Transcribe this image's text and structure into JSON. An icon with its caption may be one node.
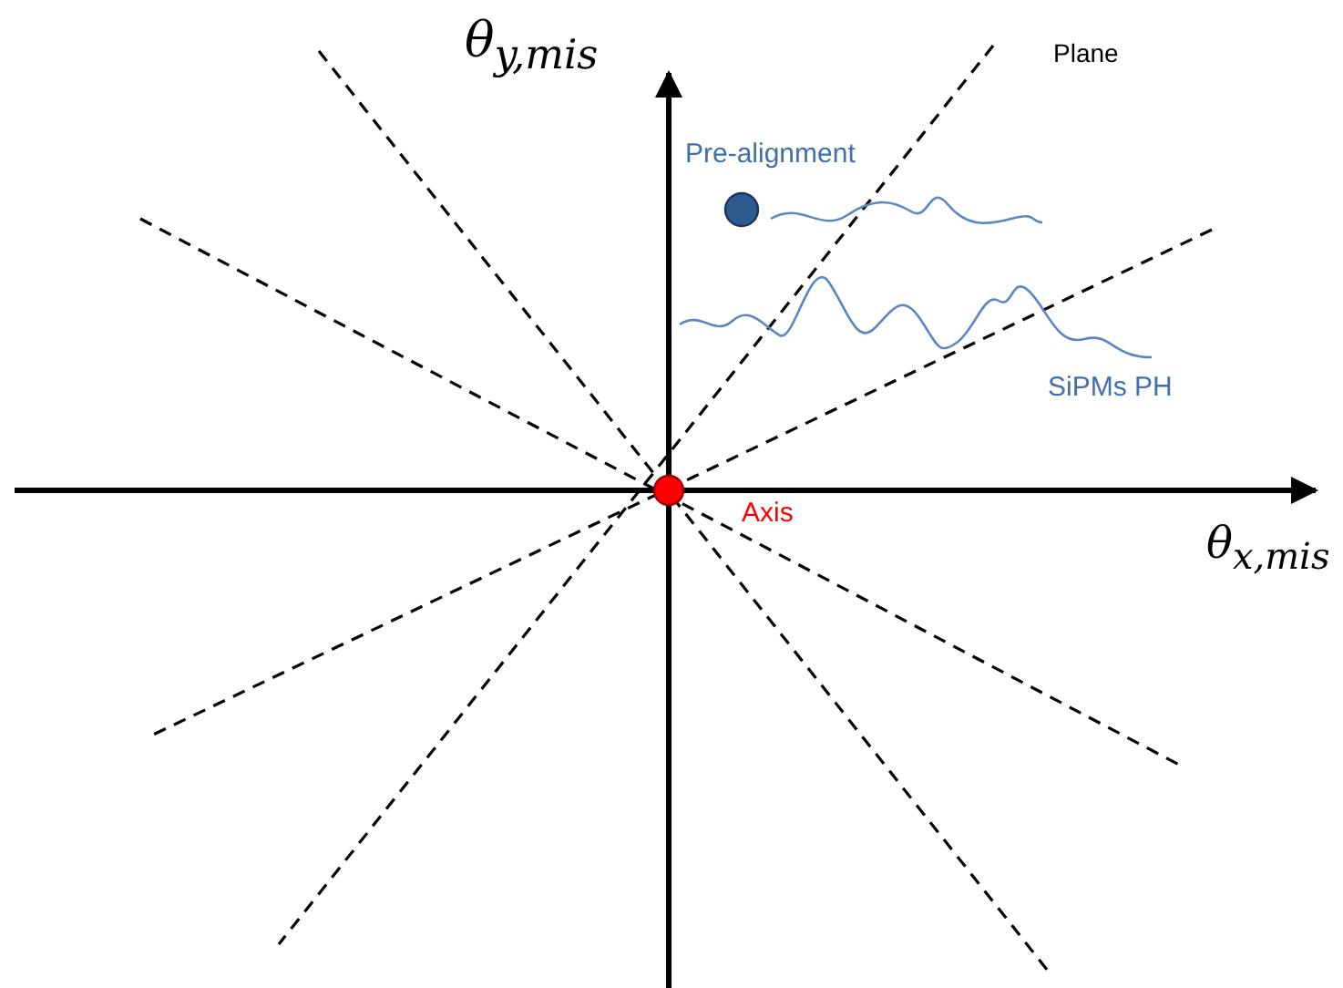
{
  "diagram": {
    "labels": [
      "θ$_{y,mis}$",
      "Plane",
      "Pre-alignment",
      "SiPMs PH",
      "Axis",
      "θ$_{x,mis}$"
    ]
  }
}
